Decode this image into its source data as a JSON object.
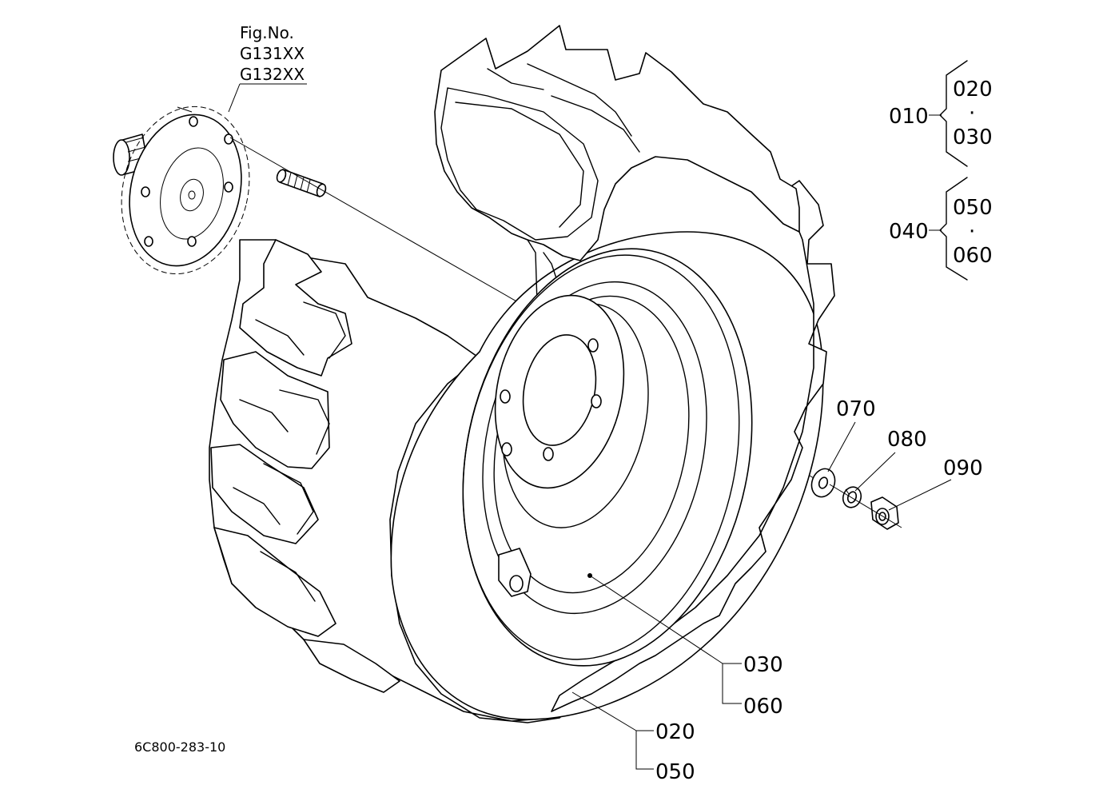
{
  "figure": {
    "title": "Fig.No.",
    "numbers": [
      "G131XX",
      "G132XX"
    ],
    "drawing_code": "6C800-283-10"
  },
  "callouts": {
    "p010": "010",
    "p020": "020",
    "p030": "030",
    "p040": "040",
    "p050": "050",
    "p060": "060",
    "p070": "070",
    "p080": "080",
    "p090": "090"
  },
  "groups": {
    "upper": {
      "parent": "010",
      "children": [
        "020",
        "030"
      ],
      "separator": "·"
    },
    "lower": {
      "parent": "040",
      "children": [
        "050",
        "060"
      ],
      "separator": "·"
    }
  },
  "leaders": {
    "wheel_rim": [
      "030",
      "060"
    ],
    "tire": [
      "020",
      "050"
    ]
  }
}
